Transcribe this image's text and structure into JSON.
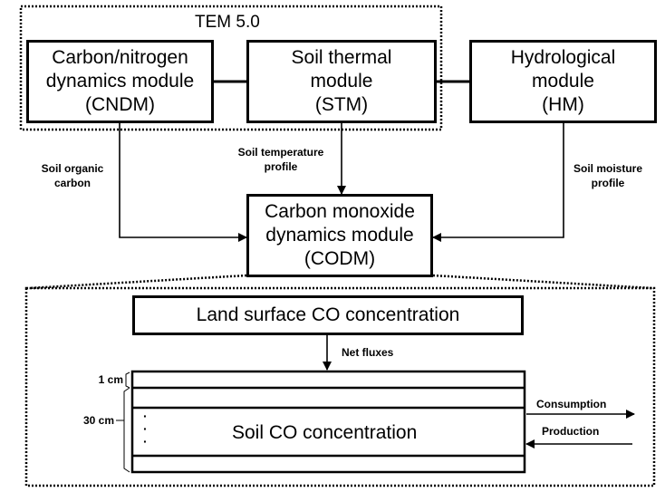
{
  "tem": {
    "title": "TEM 5.0"
  },
  "modules": {
    "cndm": {
      "lines": [
        "Carbon/nitrogen",
        "dynamics module",
        "(CNDM)"
      ]
    },
    "stm": {
      "lines": [
        "Soil thermal",
        "module",
        "(STM)"
      ]
    },
    "hm": {
      "lines": [
        "Hydrological",
        "module",
        "(HM)"
      ]
    },
    "codm": {
      "lines": [
        "Carbon monoxide",
        "dynamics module",
        "(CODM)"
      ]
    }
  },
  "flows": {
    "soil_organic_carbon": [
      "Soil organic",
      "carbon"
    ],
    "soil_temperature_profile": [
      "Soil temperature",
      "profile"
    ],
    "soil_moisture_profile": [
      "Soil moisture",
      "profile"
    ]
  },
  "detail": {
    "land_surface": "Land surface CO concentration",
    "net_fluxes": "Net fluxes",
    "soil_co": "Soil CO concentration",
    "depth_1cm": "1 cm",
    "depth_30cm": "30 cm",
    "consumption": "Consumption",
    "production": "Production",
    "dots": [
      "·",
      "·",
      "·"
    ]
  }
}
